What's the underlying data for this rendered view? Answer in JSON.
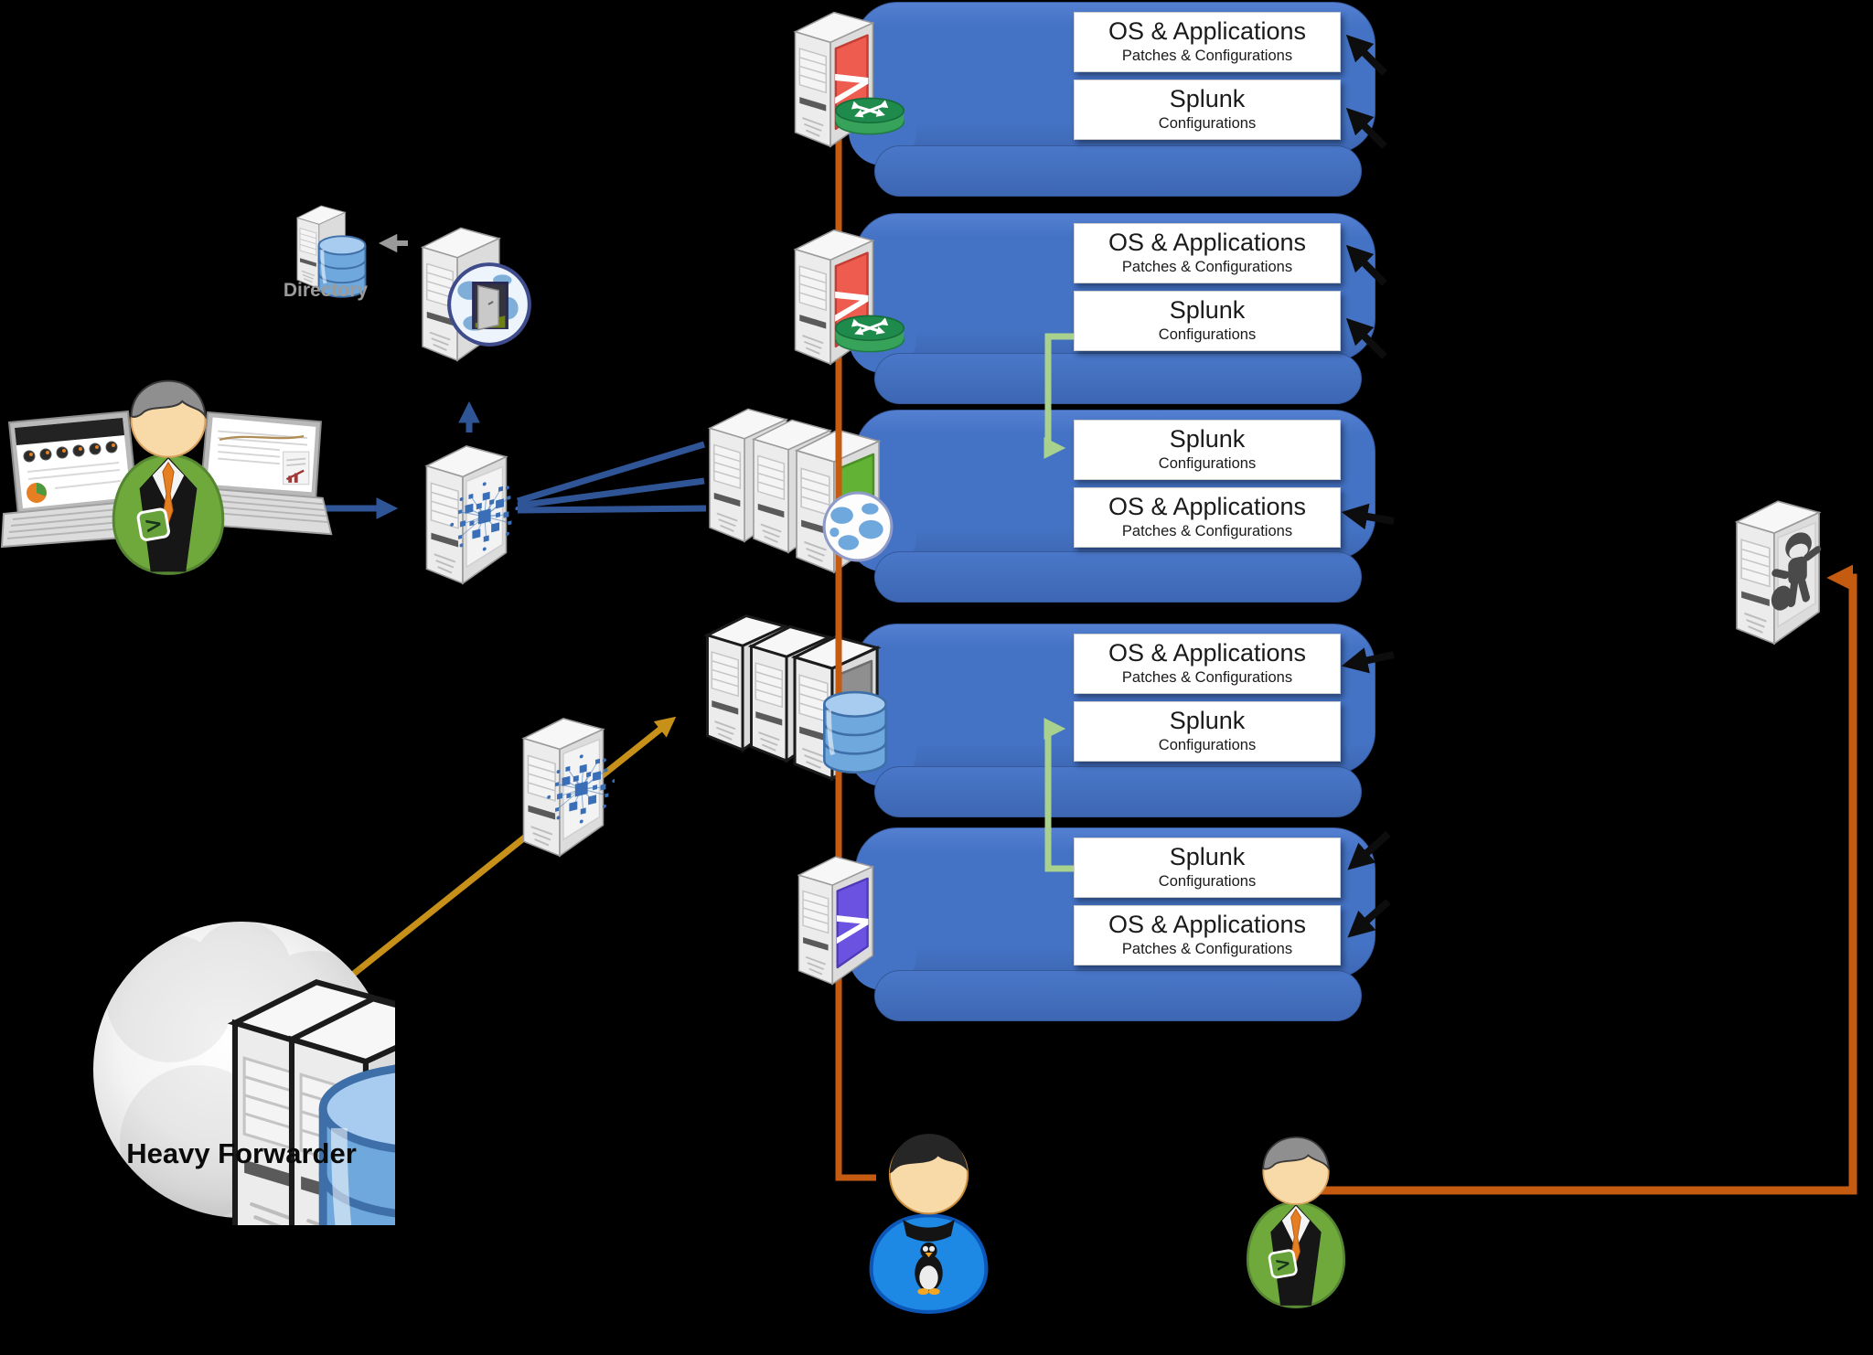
{
  "labels": {
    "directory": "Directory",
    "heavy_forwarder": "Heavy Forwarder"
  },
  "update_blocks": [
    {
      "top": {
        "title": "OS & Applications",
        "subtitle": "Patches & Configurations"
      },
      "bottom": {
        "title": "Splunk",
        "subtitle": "Configurations"
      }
    },
    {
      "top": {
        "title": "OS & Applications",
        "subtitle": "Patches & Configurations"
      },
      "bottom": {
        "title": "Splunk",
        "subtitle": "Configurations"
      }
    },
    {
      "top": {
        "title": "Splunk",
        "subtitle": "Configurations"
      },
      "bottom": {
        "title": "OS & Applications",
        "subtitle": "Patches & Configurations"
      }
    },
    {
      "top": {
        "title": "OS & Applications",
        "subtitle": "Patches & Configurations"
      },
      "bottom": {
        "title": "Splunk",
        "subtitle": "Configurations"
      }
    },
    {
      "top": {
        "title": "Splunk",
        "subtitle": "Configurations"
      },
      "bottom": {
        "title": "OS & Applications",
        "subtitle": "Patches & Configurations"
      }
    }
  ],
  "colors": {
    "background": "#000000",
    "block_blue": "#4472C4",
    "box_white": "#FFFFFF",
    "connector_orange": "#C55A11",
    "connector_green": "#A9D18E",
    "connector_blue": "#2F5597",
    "connector_gold": "#C79018",
    "connector_gray": "#9A9A9A",
    "arrow_black": "#0D0D0D",
    "splunk_red": "#ED5C4F",
    "splunk_green": "#62B335",
    "splunk_purple": "#6C52E0",
    "indexer_gray": "#8F8F8F",
    "router_green": "#1E8A4B",
    "db_blue": "#6FA8DC"
  },
  "icons": {
    "splunk-forwarder-server-icon": "tower server with red Splunk arrow panel",
    "router-icon": "green router cylinder with crossing white arrows",
    "search-head-server-icon": "tower server stack with green Splunk panel",
    "web-globe-icon": "blue and white globe",
    "gateway-server-icon": "tower server",
    "globe-door-icon": "globe with open door",
    "directory-server-icon": "small tower server with database cylinder",
    "database-icon": "blue database cylinder",
    "deployment-server-icon": "tower server with blue network-mesh panel",
    "indexer-server-icon": "tower server stack with gray Splunk panel and database",
    "splunk-purple-server-icon": "tower server with purple Splunk panel",
    "bot-server-icon": "tower server with dark robot silhouette",
    "heavy-forwarder-cloud-icon": "gray sphere holding two servers and a database",
    "dashboard-laptop-icon": "laptop showing gauge dashboard",
    "report-laptop-icon": "laptop showing report charts",
    "splunk-admin-icon": "gray-haired administrator in suit with Splunk logo",
    "linux-admin-icon": "administrator in blue shirt with Tux penguin"
  }
}
